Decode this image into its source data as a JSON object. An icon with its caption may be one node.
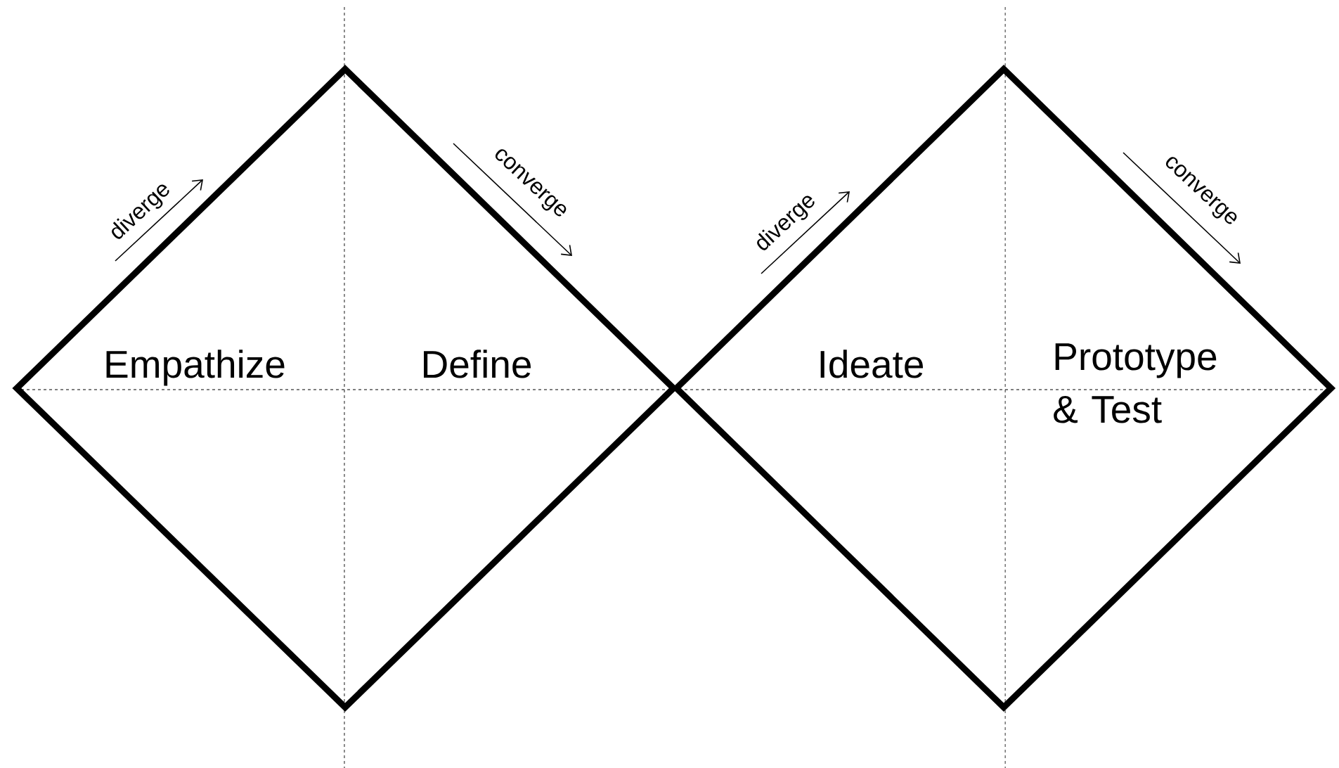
{
  "diagram": {
    "nodes": [
      {
        "text": [
          "Empathize",
          "Define"
        ]
      },
      {
        "text": [
          "Ideate",
          "Prototype & Test"
        ]
      }
    ],
    "labels": [
      "diverge",
      "converge",
      "diverge",
      "converge"
    ]
  }
}
